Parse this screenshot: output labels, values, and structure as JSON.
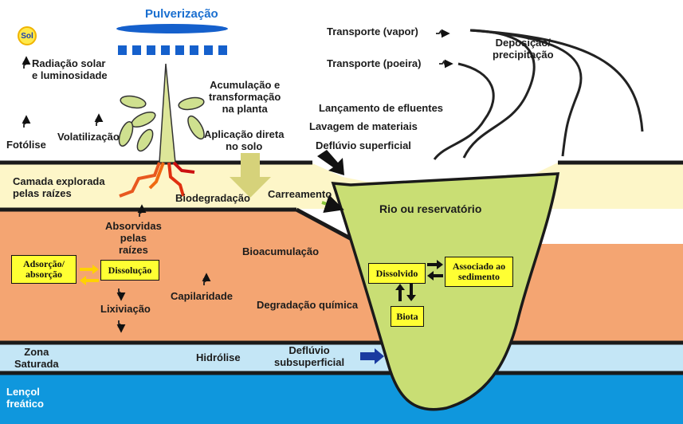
{
  "title": "Pulverização",
  "sun": {
    "label": "Sol",
    "caption": "Radiação solar\ne luminosidade"
  },
  "processes": {
    "fotolise": "Fotólise",
    "volatilizacao": "Volatilização",
    "acumulacao": "Acumulação e\ntransformação\nna planta",
    "aplicacao": "Aplicação direta\nno solo",
    "transporte_vapor": "Transporte (vapor)",
    "transporte_poeira": "Transporte (poeira)",
    "deposicao": "Deposição/\nprecipitação",
    "lancamento": "Lançamento de efluentes",
    "lavagem": "Lavagem de materiais",
    "defluvio_superficial": "Deflúvio superficial",
    "biodegradacao": "Biodegradação",
    "carreamento": "Carreamento",
    "absorvidas": "Absorvidas\npelas\nraízes",
    "bioacumulacao": "Bioacumulação",
    "capilaridade": "Capilaridade",
    "lixiviacao": "Lixiviação",
    "degradacao_quimica": "Degradação química",
    "hidrolise": "Hidrólise",
    "defluvio_subsuperficial": "Deflúvio\nsubsuperficial"
  },
  "zones": {
    "camada": "Camada explorada\npelas raízes",
    "saturada": "Zona\nSaturada",
    "lencol": "Lençol\nfreático",
    "rio": "Rio ou reservatório"
  },
  "boxes": {
    "adsorcao": "Adsorção/\nabsorção",
    "dissolucao": "Dissolução",
    "dissolvido": "Dissolvido",
    "sedimento": "Associado ao\nsedimento",
    "biota": "Biota"
  },
  "colors": {
    "root_layer": "#fdf6c8",
    "soil": "#f4a572",
    "saturated": "#c4e6f6",
    "aquifer": "#0f97dd",
    "river": "#c9de74",
    "box": "#ffff33",
    "title": "#1a6fd0",
    "spray": "#1560cc"
  }
}
